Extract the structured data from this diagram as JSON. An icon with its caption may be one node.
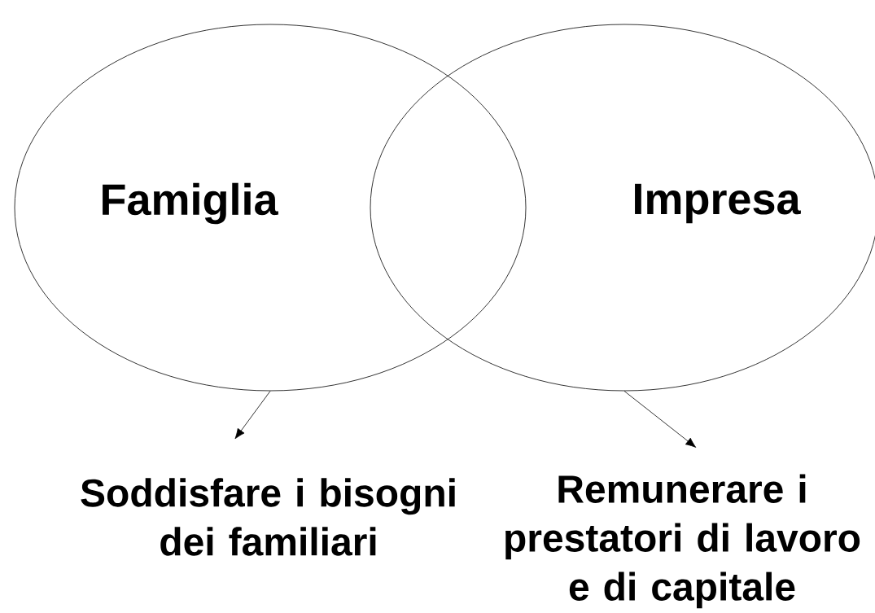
{
  "diagram": {
    "nodes": [
      {
        "text": [
          "Famiglia"
        ]
      },
      {
        "text": [
          "Impresa"
        ]
      },
      {
        "text": [
          "Soddisfare i bisogni dei familiari"
        ]
      },
      {
        "text": [
          "Remunerare i prestatori di lavoro e di capitale"
        ]
      }
    ],
    "edges": [
      {
        "from": 0,
        "to": 2,
        "arrow": "to"
      },
      {
        "from": 1,
        "to": 3,
        "arrow": "to"
      }
    ]
  }
}
